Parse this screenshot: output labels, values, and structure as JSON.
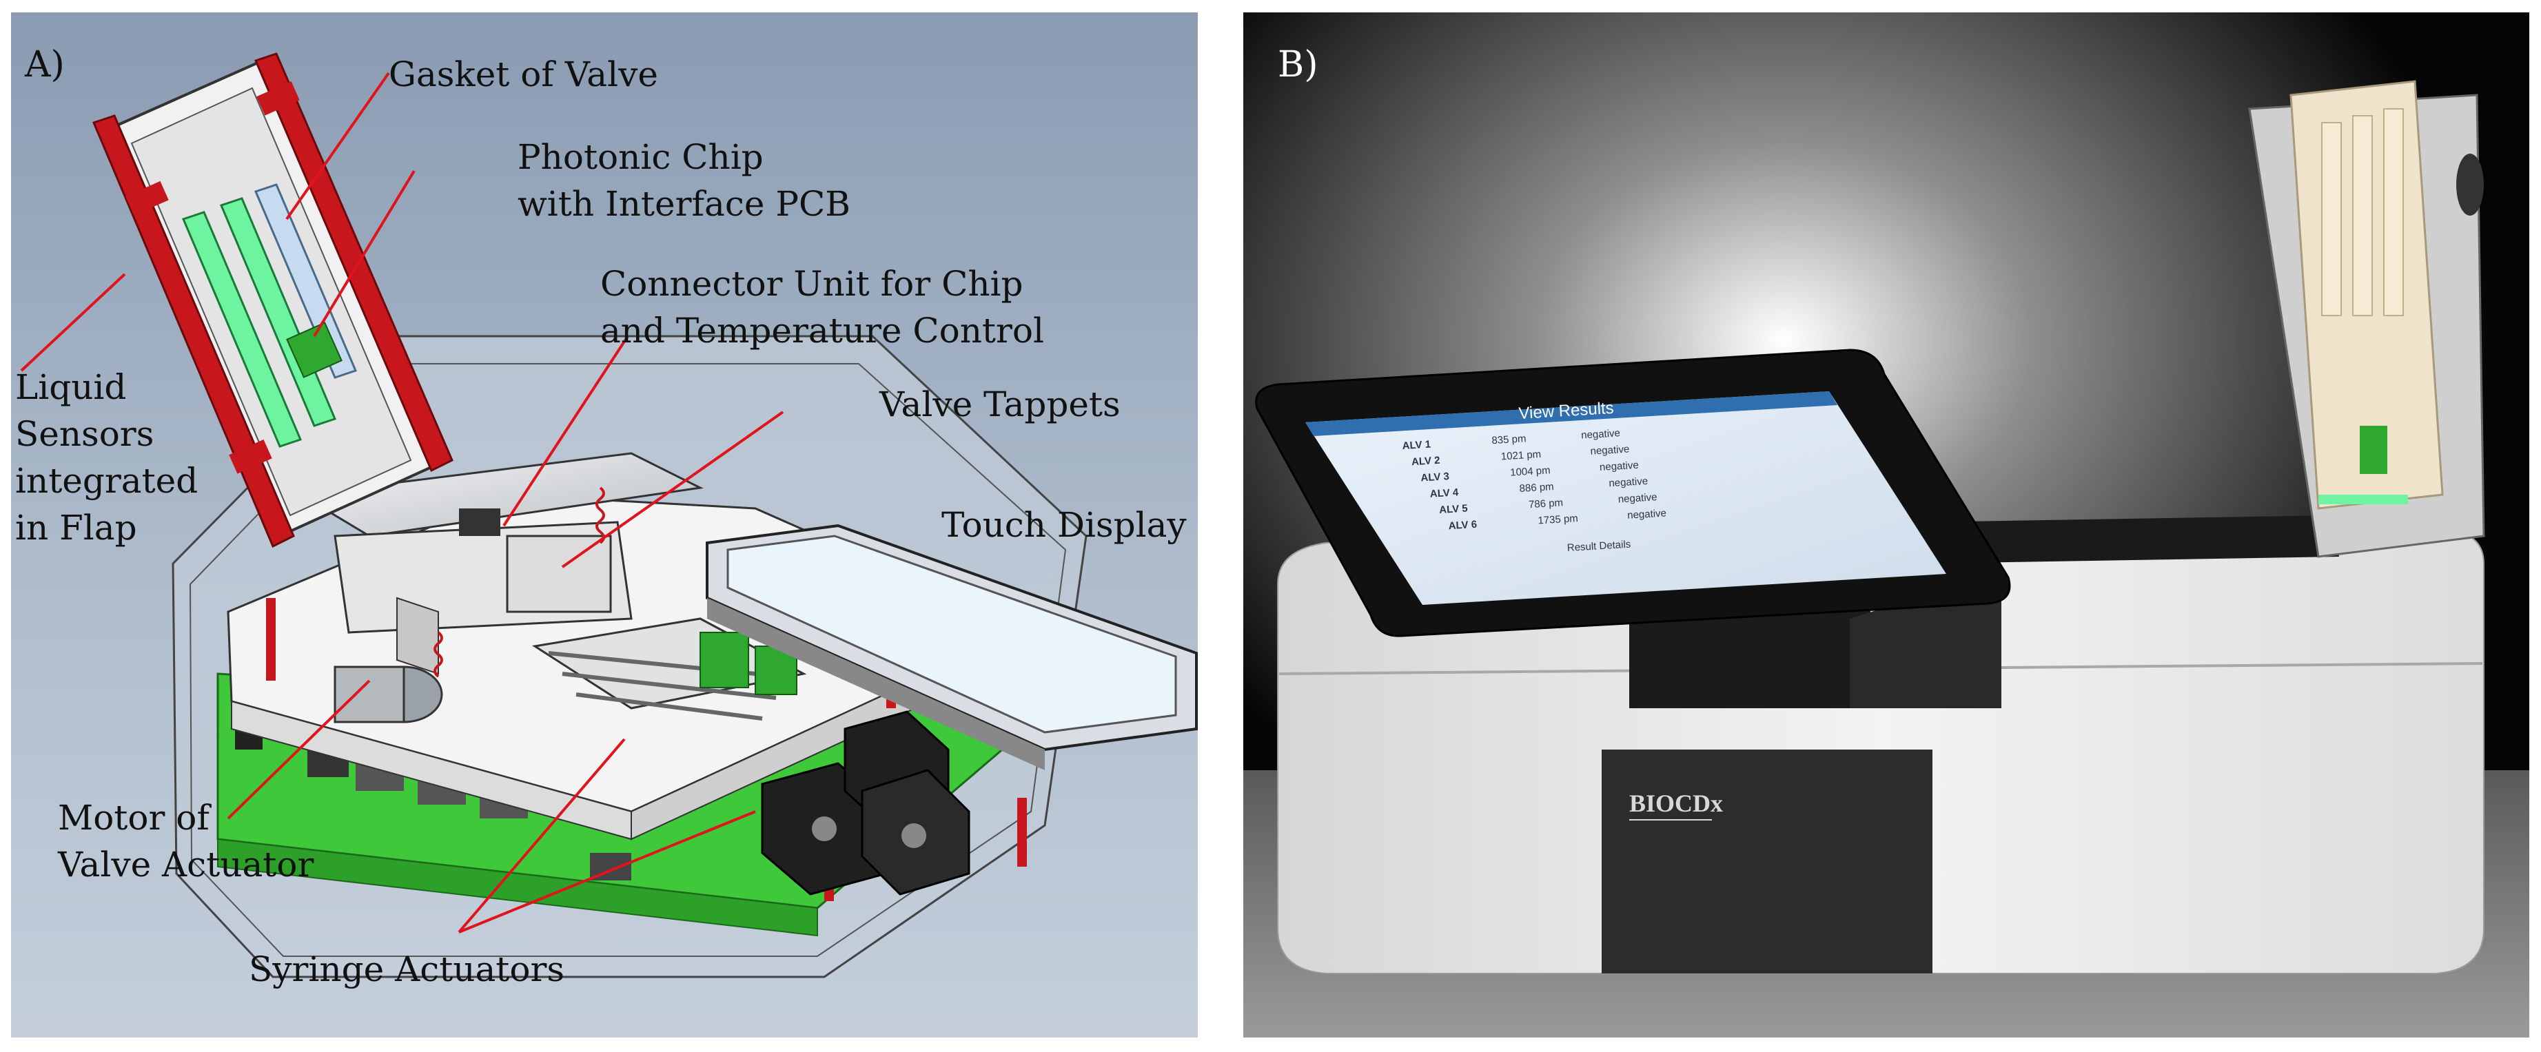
{
  "panel_a": {
    "label": "A)",
    "callouts": {
      "gasket": "Gasket of Valve",
      "photonic_1": "Photonic Chip",
      "photonic_2": "with Interface PCB",
      "connector_1": "Connector Unit for Chip",
      "connector_2": "and Temperature Control",
      "tappets": "Valve Tappets",
      "touch": "Touch Display",
      "liquid_1": "Liquid",
      "liquid_2": "Sensors",
      "liquid_3": "integrated",
      "liquid_4": "in Flap",
      "motor_1": "Motor of",
      "motor_2": "Valve Actuator",
      "syringe": "Syringe Actuators"
    },
    "colors": {
      "leader": "#e0141c",
      "flap_red": "#c8161d",
      "pcb_green": "#3ec83a",
      "background": "#9aaabd"
    }
  },
  "panel_b": {
    "label": "B)",
    "brand": "BIOCDx",
    "screen": {
      "title": "View Results",
      "rows": [
        {
          "name": "ALV 1",
          "value": "835 pm",
          "result": "negative"
        },
        {
          "name": "ALV 2",
          "value": "1021 pm",
          "result": "negative"
        },
        {
          "name": "ALV 3",
          "value": "1004 pm",
          "result": "negative"
        },
        {
          "name": "ALV 4",
          "value": "886 pm",
          "result": "negative"
        },
        {
          "name": "ALV 5",
          "value": "786 pm",
          "result": "negative"
        },
        {
          "name": "ALV 6",
          "value": "1735 pm",
          "result": "negative"
        }
      ],
      "footer": "Result Details"
    }
  }
}
